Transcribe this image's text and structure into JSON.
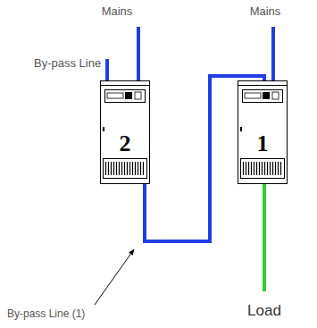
{
  "diagram": {
    "nodes": [
      {
        "text": [
          "2"
        ]
      },
      {
        "text": [
          "1"
        ]
      }
    ],
    "edges": [
      {
        "from": 0,
        "to": 1,
        "arrow": "none",
        "label": "By-pass Line (1)"
      }
    ],
    "labels": [
      "Mains",
      "Mains",
      "By-pass Line",
      "Load"
    ]
  }
}
